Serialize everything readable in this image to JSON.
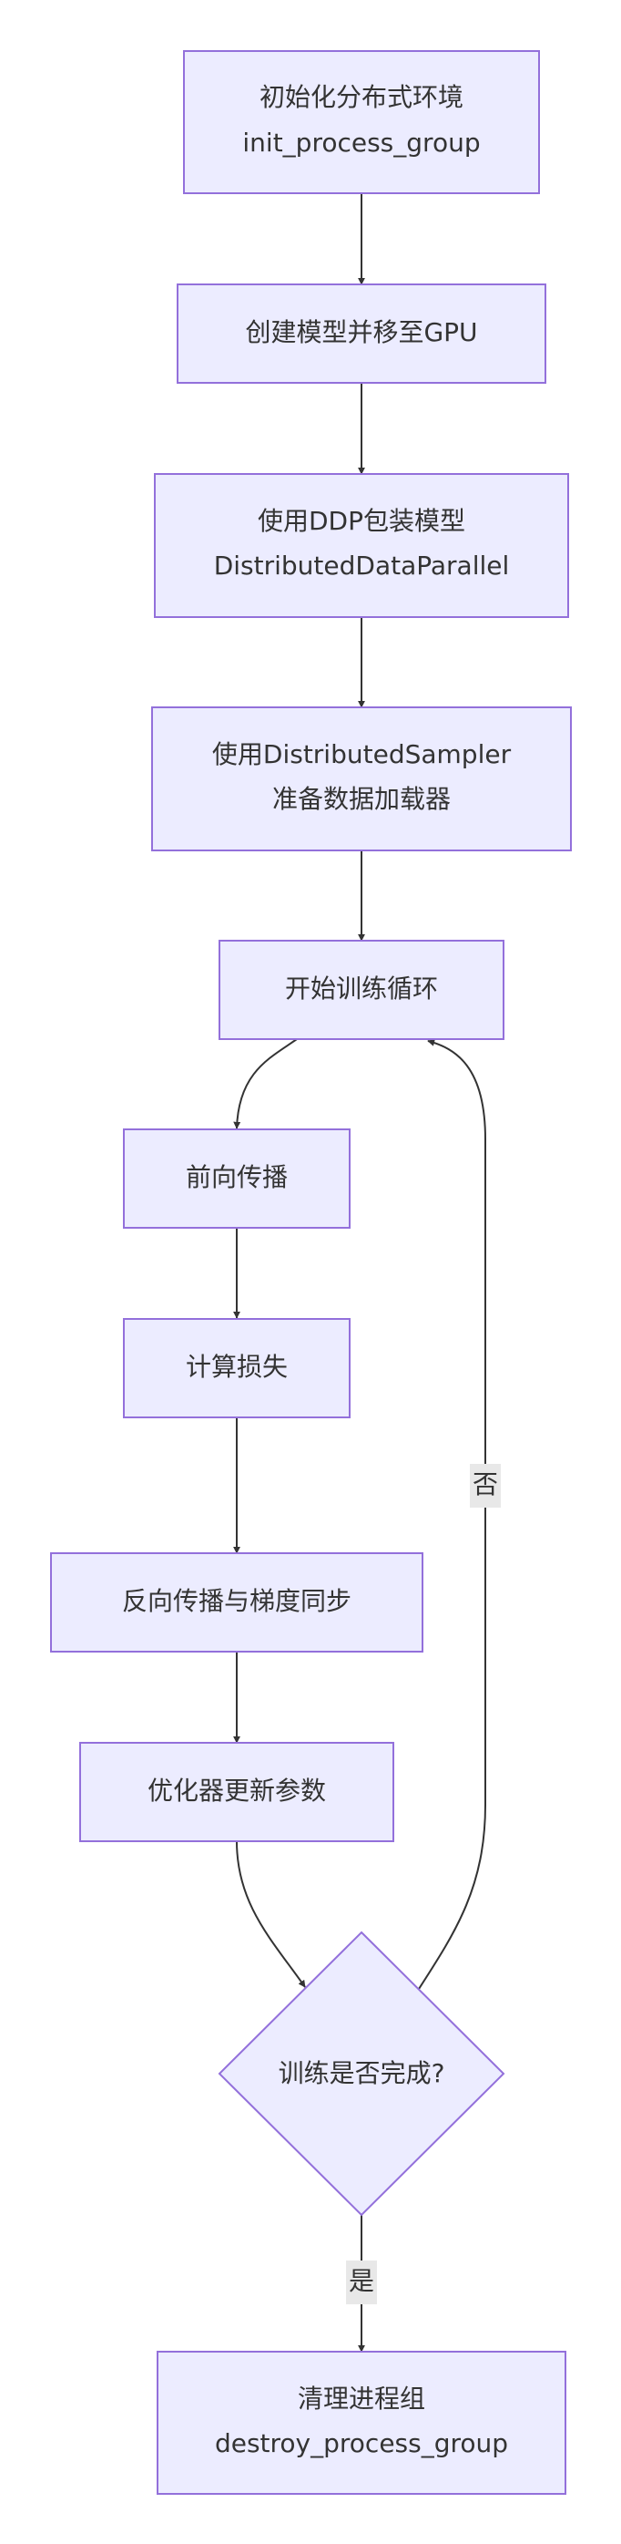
{
  "nodes": {
    "init": {
      "line1": "初始化分布式环境",
      "line2": "init_process_group"
    },
    "create_model": {
      "line1": "创建模型并移至GPU"
    },
    "ddp": {
      "line1": "使用DDP包装模型",
      "line2": "DistributedDataParallel"
    },
    "sampler": {
      "line1": "使用DistributedSampler",
      "line2": "准备数据加载器"
    },
    "loop": {
      "line1": "开始训练循环"
    },
    "forward": {
      "line1": "前向传播"
    },
    "loss": {
      "line1": "计算损失"
    },
    "backward": {
      "line1": "反向传播与梯度同步"
    },
    "optimizer": {
      "line1": "优化器更新参数"
    },
    "decision": {
      "line1": "训练是否完成?"
    },
    "cleanup": {
      "line1": "清理进程组",
      "line2": "destroy_process_group"
    }
  },
  "edges": {
    "no_label": "否",
    "yes_label": "是"
  },
  "colors": {
    "node_fill": "#ECECFF",
    "node_stroke": "#9370DB",
    "edge": "#333333",
    "label_bg": "#e8e8e8"
  }
}
